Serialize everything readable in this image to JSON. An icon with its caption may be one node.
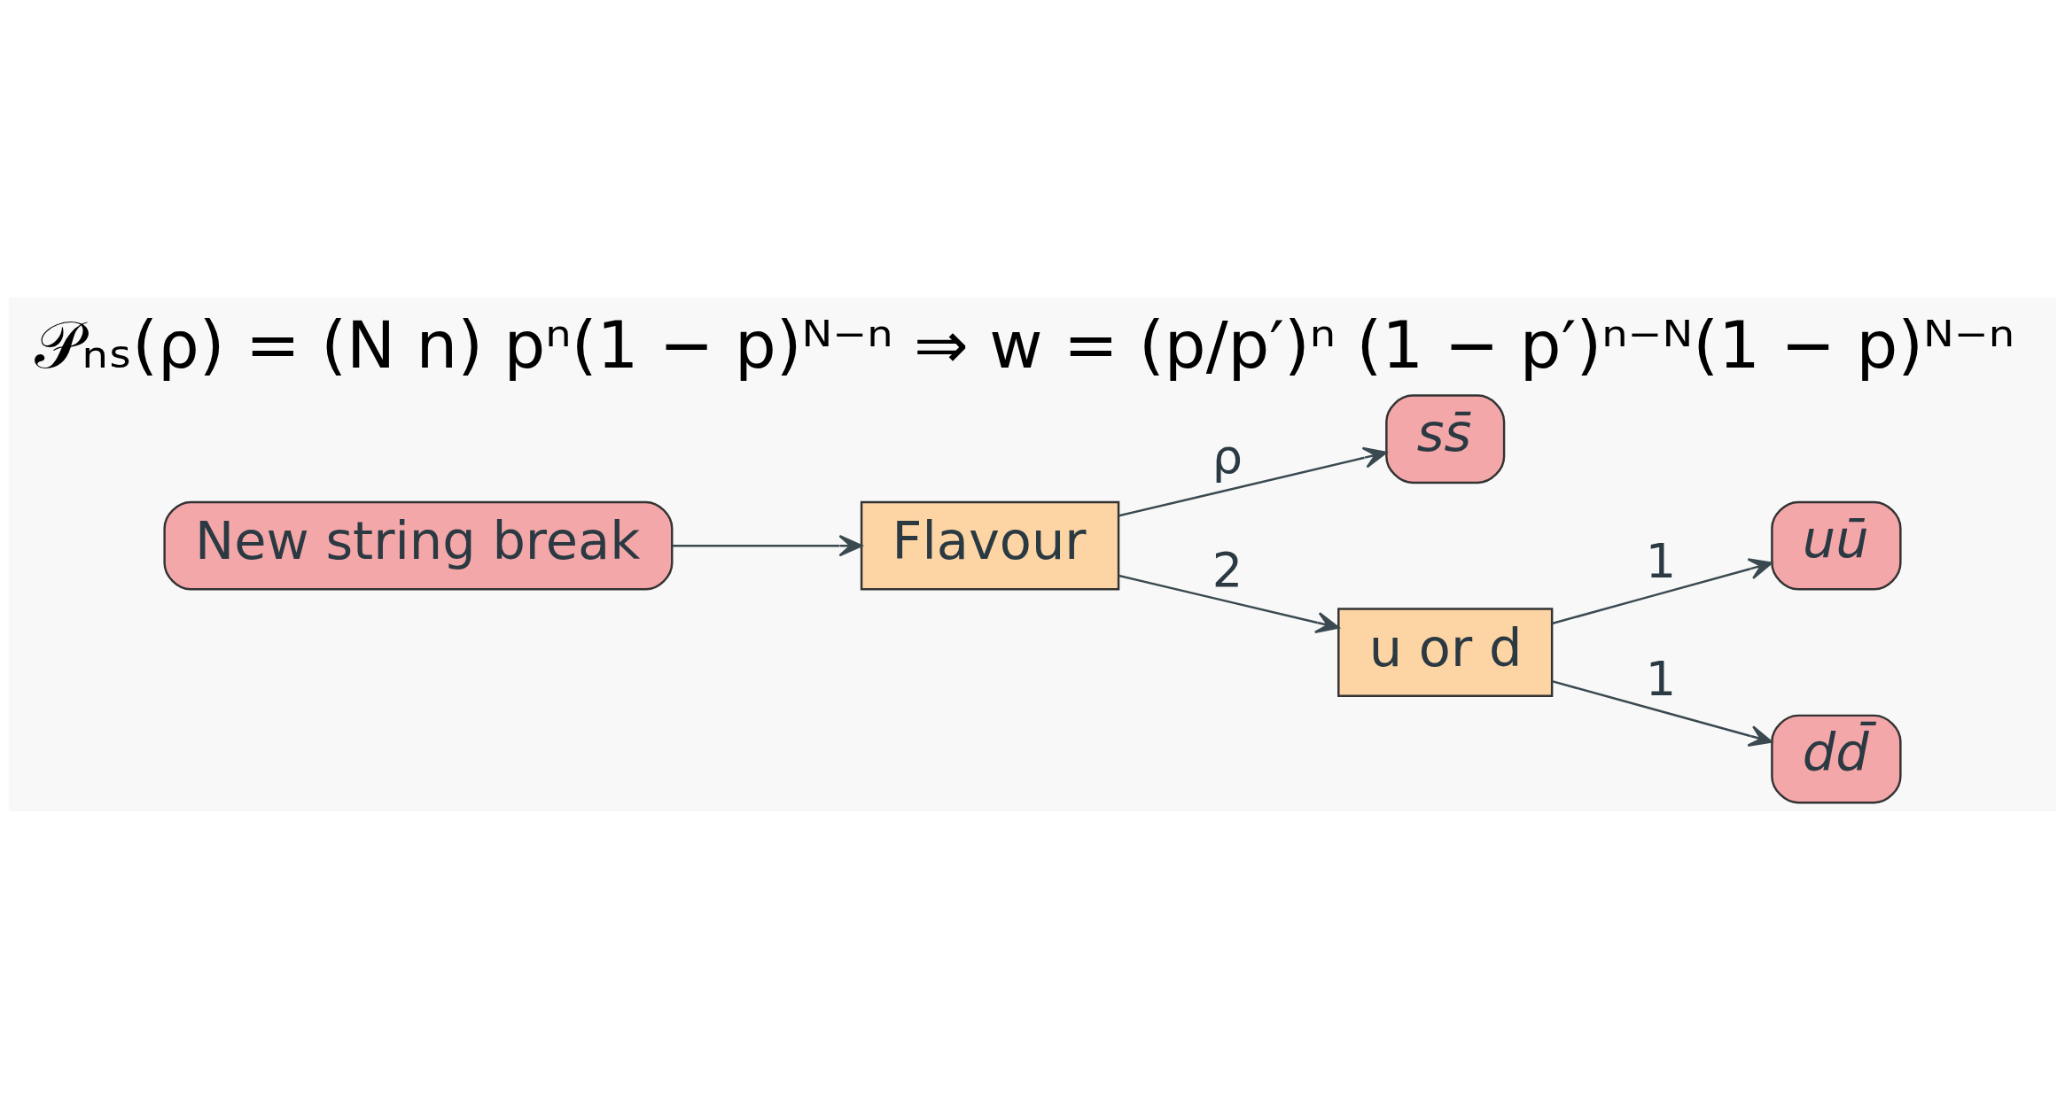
{
  "diagram": {
    "title": "𝒫ₙₛ(ρ) = (N n) pⁿ(1 − p)ᴺ⁻ⁿ ⇒ w = (p/p′)ⁿ (1 − p′)ⁿ⁻ᴺ(1 − p)ᴺ⁻ⁿ",
    "nodes": [
      {
        "text": [
          "New string break"
        ]
      },
      {
        "text": [
          "Flavour"
        ]
      },
      {
        "text": [
          "ss̄"
        ]
      },
      {
        "text": [
          "u or d"
        ]
      },
      {
        "text": [
          "uū"
        ]
      },
      {
        "text": [
          "dd̄"
        ]
      }
    ],
    "edges": [
      {
        "from": 0,
        "to": 1,
        "arrow": "to"
      },
      {
        "from": 1,
        "to": 2,
        "arrow": "to",
        "label": "ρ"
      },
      {
        "from": 1,
        "to": 3,
        "arrow": "to",
        "label": "2"
      },
      {
        "from": 3,
        "to": 4,
        "arrow": "to",
        "label": "1"
      },
      {
        "from": 3,
        "to": 5,
        "arrow": "to",
        "label": "1"
      }
    ]
  }
}
